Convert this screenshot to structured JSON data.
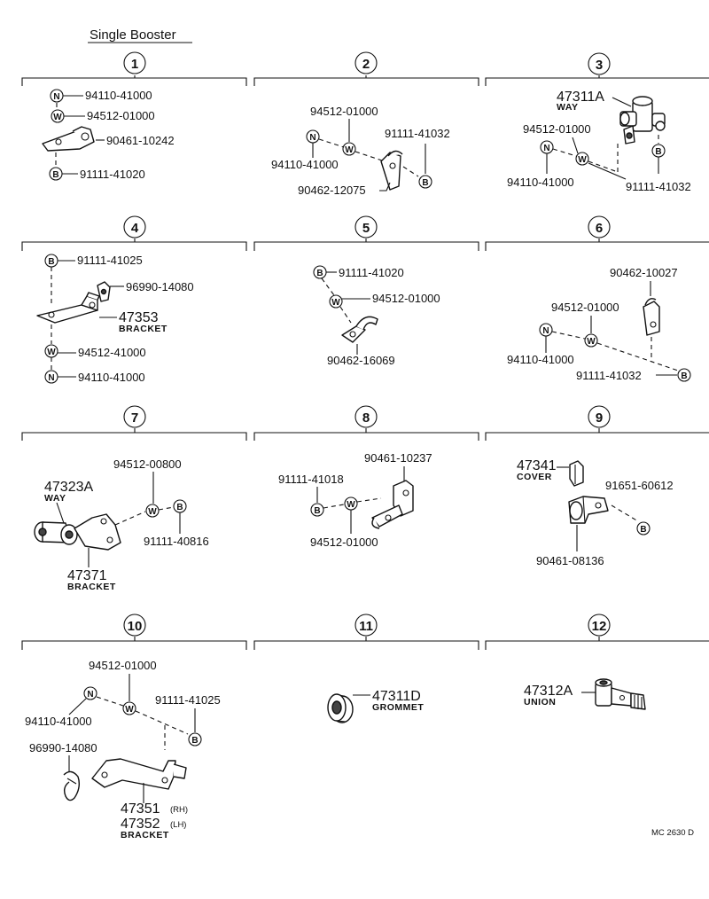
{
  "title": "Single Booster",
  "footer_code": "MC 2630 D",
  "symbols": {
    "nut": "N",
    "washer": "W",
    "bolt": "B"
  },
  "sections": [
    {
      "num": "1",
      "parts": {
        "nut": "94110-41000",
        "washer": "94512-01000",
        "bracket": "90461-10242",
        "bolt": "91111-41020"
      }
    },
    {
      "num": "2",
      "parts": {
        "washer": "94512-01000",
        "bolt": "91111-41032",
        "nut": "94110-41000",
        "clamp": "90462-12075"
      }
    },
    {
      "num": "3",
      "parts": {
        "way_num": "47311A",
        "way_caption": "WAY",
        "washer": "94512-01000",
        "nut": "94110-41000",
        "bolt": "91111-41032"
      }
    },
    {
      "num": "4",
      "parts": {
        "bolt": "91111-41025",
        "clip": "96990-14080",
        "bracket_num": "47353",
        "bracket_caption": "BRACKET",
        "washer": "94512-41000",
        "nut": "94110-41000"
      }
    },
    {
      "num": "5",
      "parts": {
        "bolt": "91111-41020",
        "washer": "94512-01000",
        "clamp": "90462-16069"
      }
    },
    {
      "num": "6",
      "parts": {
        "clamp": "90462-10027",
        "washer": "94512-01000",
        "nut": "94110-41000",
        "bolt": "91111-41032"
      }
    },
    {
      "num": "7",
      "parts": {
        "washer": "94512-00800",
        "way_num": "47323A",
        "way_caption": "WAY",
        "bolt": "91111-40816",
        "bracket_num": "47371",
        "bracket_caption": "BRACKET"
      }
    },
    {
      "num": "8",
      "parts": {
        "bracket": "90461-10237",
        "bolt": "91111-41018",
        "washer": "94512-01000"
      }
    },
    {
      "num": "9",
      "parts": {
        "cover_num": "47341",
        "cover_caption": "COVER",
        "bolt": "91651-60612",
        "clamp": "90461-08136"
      }
    },
    {
      "num": "10",
      "parts": {
        "washer": "94512-01000",
        "bolt": "91111-41025",
        "nut": "94110-41000",
        "clip": "96990-14080",
        "rh_num": "47351",
        "rh_tag": "(RH)",
        "lh_num": "47352",
        "lh_tag": "(LH)",
        "bracket_caption": "BRACKET"
      }
    },
    {
      "num": "11",
      "parts": {
        "grommet_num": "47311D",
        "grommet_caption": "GROMMET"
      }
    },
    {
      "num": "12",
      "parts": {
        "union_num": "47312A",
        "union_caption": "UNION"
      }
    }
  ]
}
